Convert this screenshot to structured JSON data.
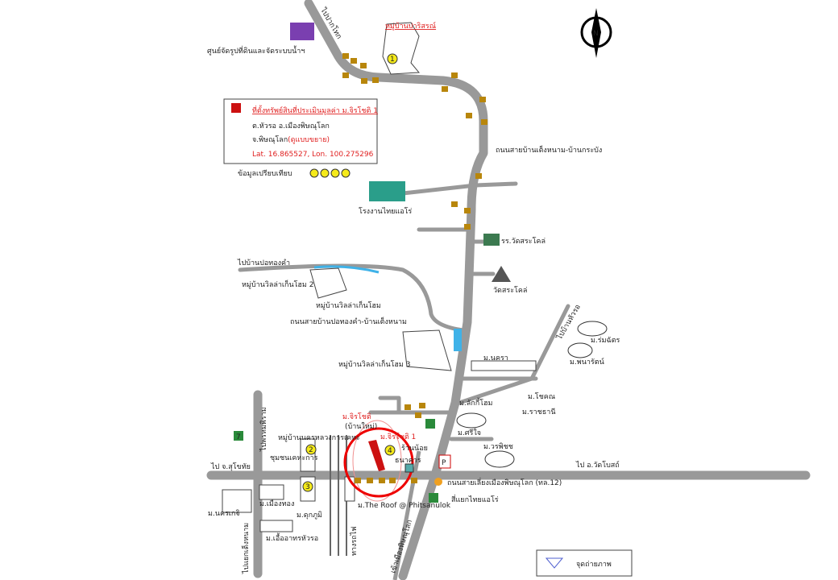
{
  "map": {
    "north_label": "N",
    "roads": {
      "to_pak_tok": "ไปปากโทก",
      "teng_nam_krabang": "ถนนสายบ้านเต็งหนาม-บ้านกระบัง",
      "to_po_thong_kham": "ไปบ้านปอทองคำ",
      "po_thong_kham_teng_nam": "ถนนสายบ้านปอทองคำ-บ้านเต็งหนาม",
      "to_hua_ro": "ไปบ้านหัวรอ",
      "to_phrom_phiram": "ไปพรหมพิราม",
      "to_sukhothai": "ไป จ.สุโขทัย",
      "to_wat_bot": "ไป อ.วัดโบสถ์",
      "bypass": "ถนนสายเลี่ยงเมืองพิษณุโลก (ทล.12)",
      "to_teng_nam_junction": "ไปแยกเต็งหนาม",
      "to_city": "เข้าเมืองพิษณุโลก",
      "railway": "ทางรถไฟ",
      "intersection": "สี่แยกไทยแอโร่"
    },
    "places": {
      "land_center": "ศูนย์จัดรูปที่ดินและจัดระบบน้ำฯ",
      "parisorn": "หมู่บ้านปาริสรณ์",
      "factory": "โรงงานไทยแอโร่",
      "school": "รร.วัดสระโคล่",
      "temple": "วัดสระโคล่",
      "villa2": "หมู่บ้านวิลล่าเก็นโฮม 2",
      "villa1": "หมู่บ้านวิลล่าเก็นโฮม",
      "villa3": "หมู่บ้านวิลล่าเก็นโฮม 3",
      "romchat": "ม.ร่มฉัตร",
      "panarat": "ม.พนารัตน์",
      "nakra": "ม.นครา",
      "lucky_home": "ม.ลักกี้โฮม",
      "chokchai": "ม.โชคณ",
      "ratchathani": "ม.ราชธานี",
      "sirijai": "ม.ศรีใจ",
      "worapat": "ม.วรพิชช",
      "jirachot_new": "ม.จิรโชติ",
      "jirachot_new_sub": "(บ้านใหม่)",
      "jirachot1": "ม.จิรโชติ 1",
      "shop": "ร้านน้อย",
      "village_small": "หมู่บ้านนครหลวงการเคหะ",
      "village_small2": "ชุมชนเคหะการ",
      "mueang_thong": "ม.เมืองทอง",
      "duk_phum": "ม.ดุกภูมิ",
      "nakorn_kit": "ม.นครเกจิ",
      "ua_arthorn": "ม.เอื้ออาทรหัวรอ",
      "the_roof": "ม.The Roof @ Phitsanulok",
      "bank": "ธนาคาร"
    },
    "legend": {
      "title": "ที่ตั้งทรัพย์สินที่ประเมินมูลค่า ม.จิรโชติ 1",
      "line2": "ต.หัวรอ อ.เมืองพิษณุโลก",
      "line3": "จ.พิษณุโลก",
      "line3_red": "(ดูแบบขยาย)",
      "coords": "Lat. 16.865527, Lon. 100.275296",
      "comparables_label": "ข้อมูลเปรียบเทียบ",
      "comparables": [
        "1",
        "2",
        "3",
        "4"
      ]
    },
    "photo_legend": "จุดถ่ายภาพ",
    "seven_eleven": "7",
    "parking": "P",
    "colors": {
      "road": "#999999",
      "accent": "#e02020",
      "marker": "#f5ea1a",
      "water": "#3fb2e8"
    }
  }
}
